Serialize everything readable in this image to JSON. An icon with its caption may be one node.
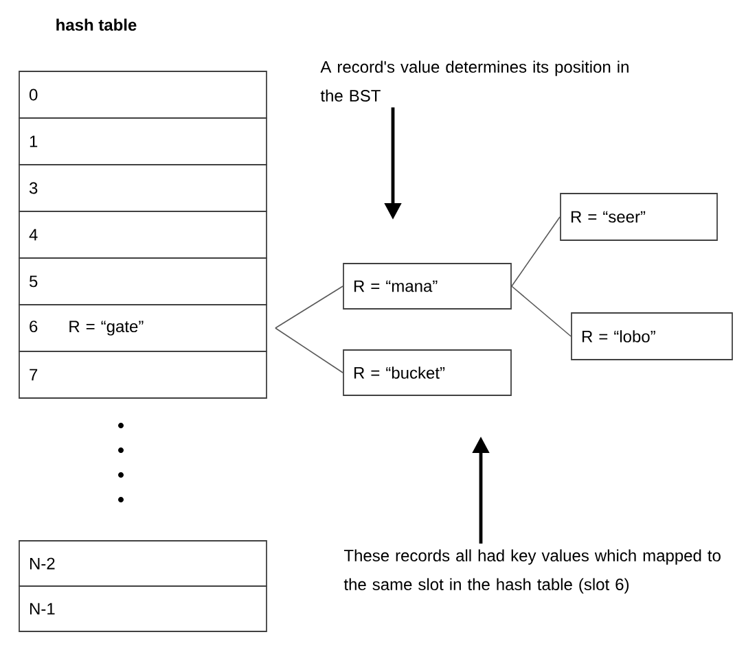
{
  "diagram": {
    "title": "hash table",
    "nodes": [
      {
        "text": [
          "0"
        ]
      },
      {
        "text": [
          "1"
        ]
      },
      {
        "text": [
          "3"
        ]
      },
      {
        "text": [
          "4"
        ]
      },
      {
        "text": [
          "5"
        ]
      },
      {
        "text": [
          "6",
          "R = “gate”"
        ]
      },
      {
        "text": [
          "7"
        ]
      },
      {
        "text": [
          "N-2"
        ]
      },
      {
        "text": [
          "N-1"
        ]
      },
      {
        "text": [
          "R = “mana”"
        ]
      },
      {
        "text": [
          "R = “bucket”"
        ]
      },
      {
        "text": [
          "R = “seer”"
        ]
      },
      {
        "text": [
          "R = “lobo”"
        ]
      },
      {
        "text": [
          "A record's value determines its position in the BST"
        ]
      },
      {
        "text": [
          "These records all had key values which mapped to the same slot in the hash table (slot 6)"
        ]
      }
    ],
    "edges": [
      {
        "from": 5,
        "to": 9,
        "arrow": "none"
      },
      {
        "from": 5,
        "to": 10,
        "arrow": "none"
      },
      {
        "from": 9,
        "to": 11,
        "arrow": "none"
      },
      {
        "from": 9,
        "to": 12,
        "arrow": "none"
      },
      {
        "from": 13,
        "to": null,
        "arrow": "to",
        "style": "thick",
        "color": "#000000"
      },
      {
        "from": 14,
        "to": null,
        "arrow": "to",
        "style": "thick",
        "color": "#000000"
      }
    ]
  }
}
